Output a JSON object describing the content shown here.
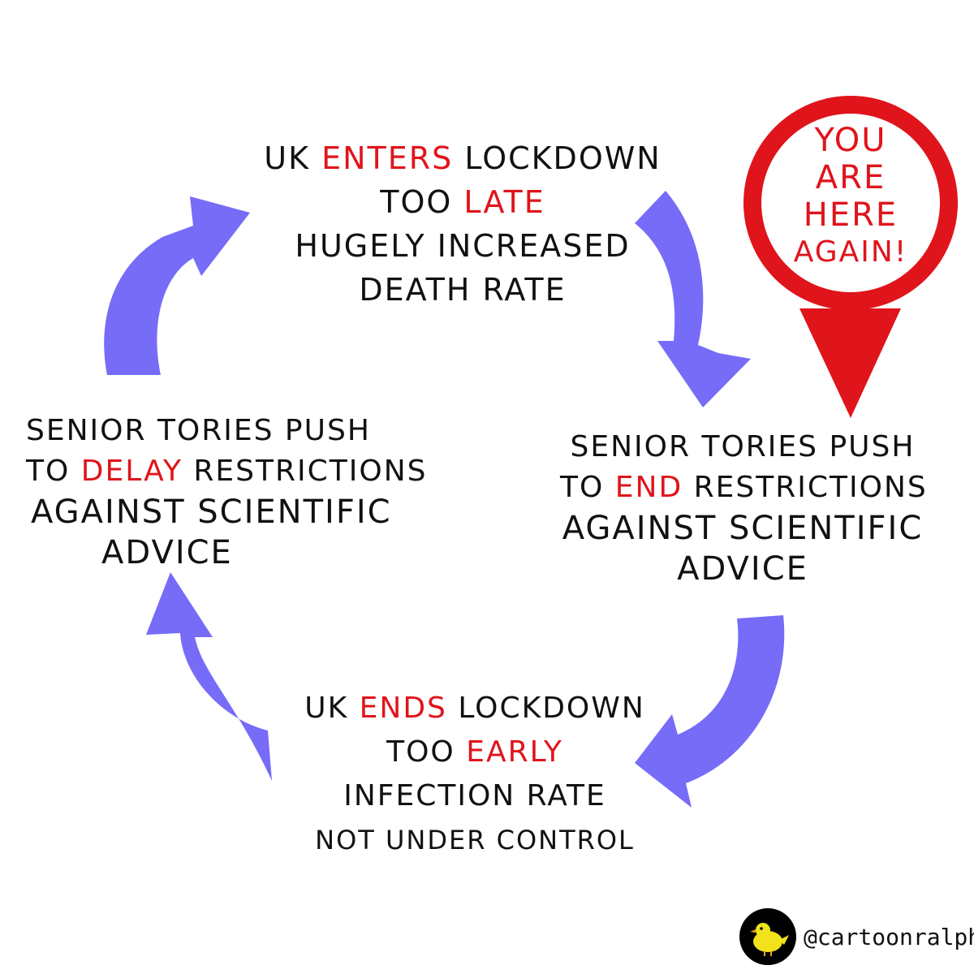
{
  "colors": {
    "arrow": "#766cf8",
    "accent_red": "#e0141b",
    "text": "#111111",
    "badge_bg": "#000000",
    "bird": "#f2e21b"
  },
  "top": {
    "l1_a": "UK",
    "l1_b": "ENTERS",
    "l1_c": "LOCKDOWN",
    "l2_a": "TOO",
    "l2_b": "LATE",
    "l3": "HUGELY  INCREASED",
    "l4": "DEATH RATE"
  },
  "right": {
    "l1": "SENIOR TORIES PUSH",
    "l2_a": "TO",
    "l2_b": "END",
    "l2_c": "RESTRICTIONS",
    "l3": "AGAINST SCIENTIFIC",
    "l4": "ADVICE"
  },
  "bottom": {
    "l1_a": "UK",
    "l1_b": "ENDS",
    "l1_c": "LOCKDOWN",
    "l2_a": "TOO",
    "l2_b": "EARLY",
    "l3": "INFECTION  RATE",
    "l4": "NOT UNDER CONTROL"
  },
  "left": {
    "l1": "SENIOR TORIES PUSH",
    "l2_a": "TO",
    "l2_b": "DELAY",
    "l2_c": "RESTRICTIONS",
    "l3": "AGAINST SCIENTIFIC",
    "l4": "ADVICE"
  },
  "pin": {
    "l1": "YOU",
    "l2": "ARE",
    "l3": "HERE",
    "l4": "AGAIN!"
  },
  "credit": {
    "handle": "@cartoonralph",
    "icon": "bird-icon"
  }
}
